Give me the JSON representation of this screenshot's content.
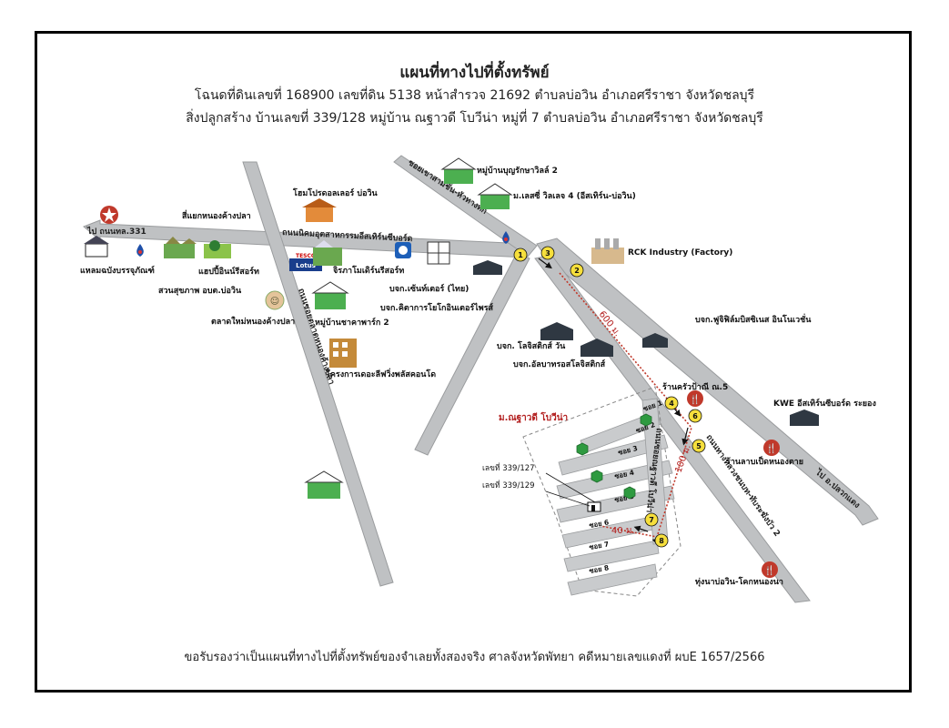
{
  "header": {
    "title": "แผนที่ทางไปที่ตั้งทรัพย์",
    "line1": "โฉนดที่ดินเลขที่ 168900  เลขที่ดิน 5138  หน้าสำรวจ 21692  ตำบลบ่อวิน  อำเภอศรีราชา  จังหวัดชลบุรี",
    "line2": "สิ่งปลูกสร้าง  บ้านเลขที่ 339/128  หมู่บ้าน ณฐาวดี โบวีน่า  หมู่ที่ 7  ตำบลบ่อวิน  อำเภอศรีราชา  จังหวัดชลบุรี"
  },
  "footer": "ขอรับรองว่าเป็นแผนที่ทางไปที่ตั้งทรัพย์ของจำเลยทั้งสองจริง  ศาลจังหวัดพัทยา  คดีหมายเลขแดงที่ ผบE 1657/2566",
  "roads": {
    "main_road": "ถนนนิคมอุตสาหกรรมอีสเทิร์นซีบอร์ด",
    "to_331": "ไป ถนนทล.331",
    "to_pluak_daeng": "ไป อ.ปลวกแดง",
    "left_road": "ถนนซอยตลาดหนองค้างปลา",
    "top_road": "ซอยเขาสามชั้น-หัวทางทัก",
    "right_road": "ถนนทางหลวงชนบท-ทับระฆังบัว 2",
    "soi_lane": "ถนนซอยณฐาวดี โบวีน่า"
  },
  "landmarks": {
    "sikaeng": "สี่แยกหนองค้างปลา",
    "home_pro": "แหลมฉบังบรรจุภัณฑ์",
    "happy_resort": "แฮปปี้อินน์รีสอร์ท",
    "park": "สวนสุขภาพ อบต.บ่อวิน",
    "market": "ตลาดใหม่หนองค้างปลา",
    "home_garden": "โฮมโปรดอลเลอร์ บ่อวิน",
    "lotus_top": "TESCO",
    "lotus_bottom": "Lotus",
    "jiranarin": "จิรภาโมเดิร์นรีสอร์ท",
    "chain_thai": "บจก.เซ้นท์เตอร์ (ไทย)",
    "kido": "บจก.คิตาการโยโกอินเตอร์ไพรส์",
    "mb_sabai": "หมู่บ้านชาคาพาร์ก 2",
    "condo": "โครงการเดอะลีฟวิ่งพลัสคอนโด",
    "village_top1": "หมู่บ้านบุญรักษาวิลล์ 2",
    "village_top2": "ม.เลสซี่ วิลเลจ 4 (อีสเทิร์น-บ่อวิน)",
    "rck": "RCK Industry (Factory)",
    "fuji": "บจก.ฟูจิฟิล์มบิสซิเนส อินโนเวชั่น",
    "logistics1": "บจก. โลจิสติกส์ วัน",
    "logistics2": "บจก.อัลบาทรอสโลจิสติกส์",
    "shop_5": "ร้านครัวป้าณี ณ.5",
    "kwe": "KWE อีสเทิร์นซีบอร์ด ระยอง",
    "duck_shop": "ร้านลาบเป็ดหนองตาย",
    "thung": "ทุ่งนาบ่อวิน-โคกหนองนา",
    "village_name": "ม.ณฐาวดี โบวีน่า",
    "house_127": "เลขที่ 339/127",
    "house_129": "เลขที่ 339/129"
  },
  "sois": [
    "ซอย 1",
    "ซอย 2",
    "ซอย 3",
    "ซอย 4",
    "ซอย 5",
    "ซอย 6",
    "ซอย 7",
    "ซอย 8"
  ],
  "route_numbers": [
    "1",
    "2",
    "3",
    "4",
    "5",
    "6",
    "7",
    "8"
  ],
  "distances": {
    "d1": "600 ม.",
    "d2": "100 ม.",
    "d3": "40 ม."
  },
  "colors": {
    "road": "#bfc1c3",
    "road_edge": "#9a9c9e",
    "route": "#c0392b",
    "marker": "#f6df3c",
    "building": "#2f3842",
    "green": "#2e9a40"
  }
}
